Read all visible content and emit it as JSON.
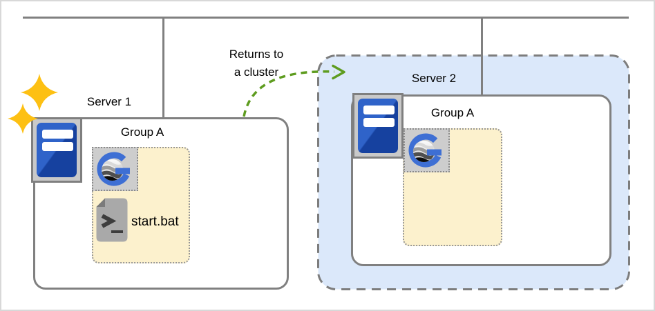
{
  "diagram": {
    "server1": {
      "label": "Server 1",
      "group": {
        "label": "Group A",
        "script_label": "start.bat"
      }
    },
    "cluster": {
      "server2": {
        "label": "Server 2",
        "group": {
          "label": "Group A"
        }
      }
    },
    "arrow": {
      "label_line1": "Returns to",
      "label_line2": "a cluster"
    },
    "icons": {
      "server1_machine": "server-icon",
      "server2_machine": "server-icon",
      "group1_agent": "goanywhere-icon",
      "group2_agent": "goanywhere-icon",
      "script_file": "terminal-file-icon",
      "highlight": "sparkles-icon"
    },
    "colors": {
      "cluster_fill": "#dbe8fa",
      "cluster_border": "#7d7d7d",
      "box_border": "#808080",
      "group_fill": "#fcf1cd",
      "group_border": "#969696",
      "line_gray": "#808080",
      "arrow_green": "#5e9c1f",
      "sparkle_gold": "#fdc013",
      "server_icon_blue_light": "#2f63c9",
      "server_icon_blue_dark": "#16419f",
      "brand_blue": "#3e6fd4",
      "canvas_border": "#d8d8d8"
    }
  }
}
